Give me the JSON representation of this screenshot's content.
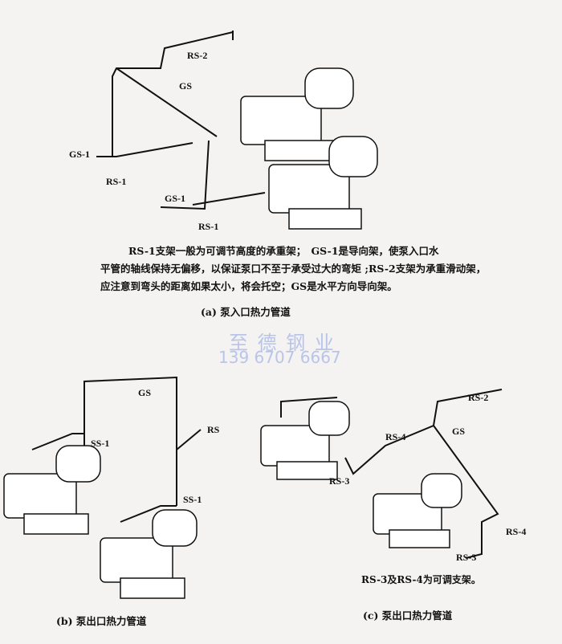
{
  "panel_a": {
    "labels": {
      "rs2": "RS-2",
      "gs": "GS",
      "gs1_top": "GS-1",
      "rs1_top": "RS-1",
      "gs1_bottom": "GS-1",
      "rs1_bottom": "RS-1"
    },
    "caption_lines": [
      "RS-1支架一般为可调节高度的承重架；　GS-1是导向架，使泵入口水",
      "平管的轴线保持无偏移，以保证泵口不至于承受过大的弯矩 ;RS-2支架为承重滑动架，",
      "应注意到弯头的距离如果太小，将会托空；GS是水平方向导向架。"
    ],
    "title": "(a) 泵入口热力管道"
  },
  "watermark": {
    "name": "至 德 钢 业",
    "phone": "139 6707 6667"
  },
  "panel_b": {
    "labels": {
      "gs": "GS",
      "rs": "RS",
      "ss1_top": "SS-1",
      "ss1_bottom": "SS-1"
    },
    "title": "(b) 泵出口热力管道"
  },
  "panel_c": {
    "labels": {
      "rs2": "RS-2",
      "gs": "GS",
      "rs4_top": "RS-4",
      "rs3_top": "RS-3",
      "rs4_bottom": "RS-4",
      "rs3_bottom": "RS-3"
    },
    "note": "RS-3及RS-4为可调支架。",
    "title": "(c) 泵出口热力管道"
  }
}
